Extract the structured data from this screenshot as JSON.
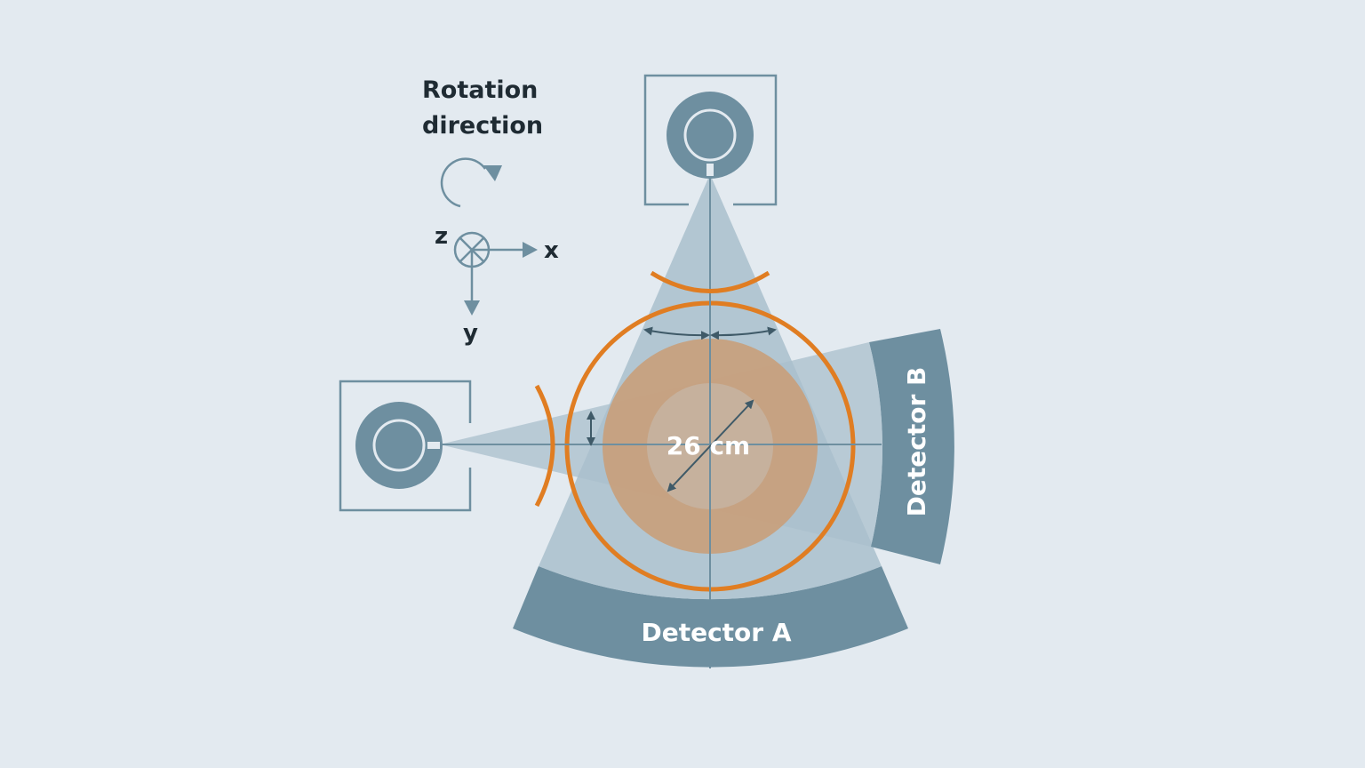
{
  "labels": {
    "rotation_line1": "Rotation",
    "rotation_line2": "direction",
    "axis_z": "z",
    "axis_x": "x",
    "axis_y": "y",
    "diameter": "26 cm",
    "detector_a": "Detector A",
    "detector_b": "Detector B"
  },
  "colors": {
    "background": "#e3eaf0",
    "gantry_blue": "#6e8fa0",
    "beam_light": "#a9bfcc",
    "fov_outer": "#c8a07c",
    "fov_inner": "#c6aa90",
    "orange": "#e07d22",
    "text_dark": "#1f2b33"
  },
  "icons": {
    "rotation": "clockwise-arrow-icon",
    "z_axis": "into-page-cross-icon"
  }
}
